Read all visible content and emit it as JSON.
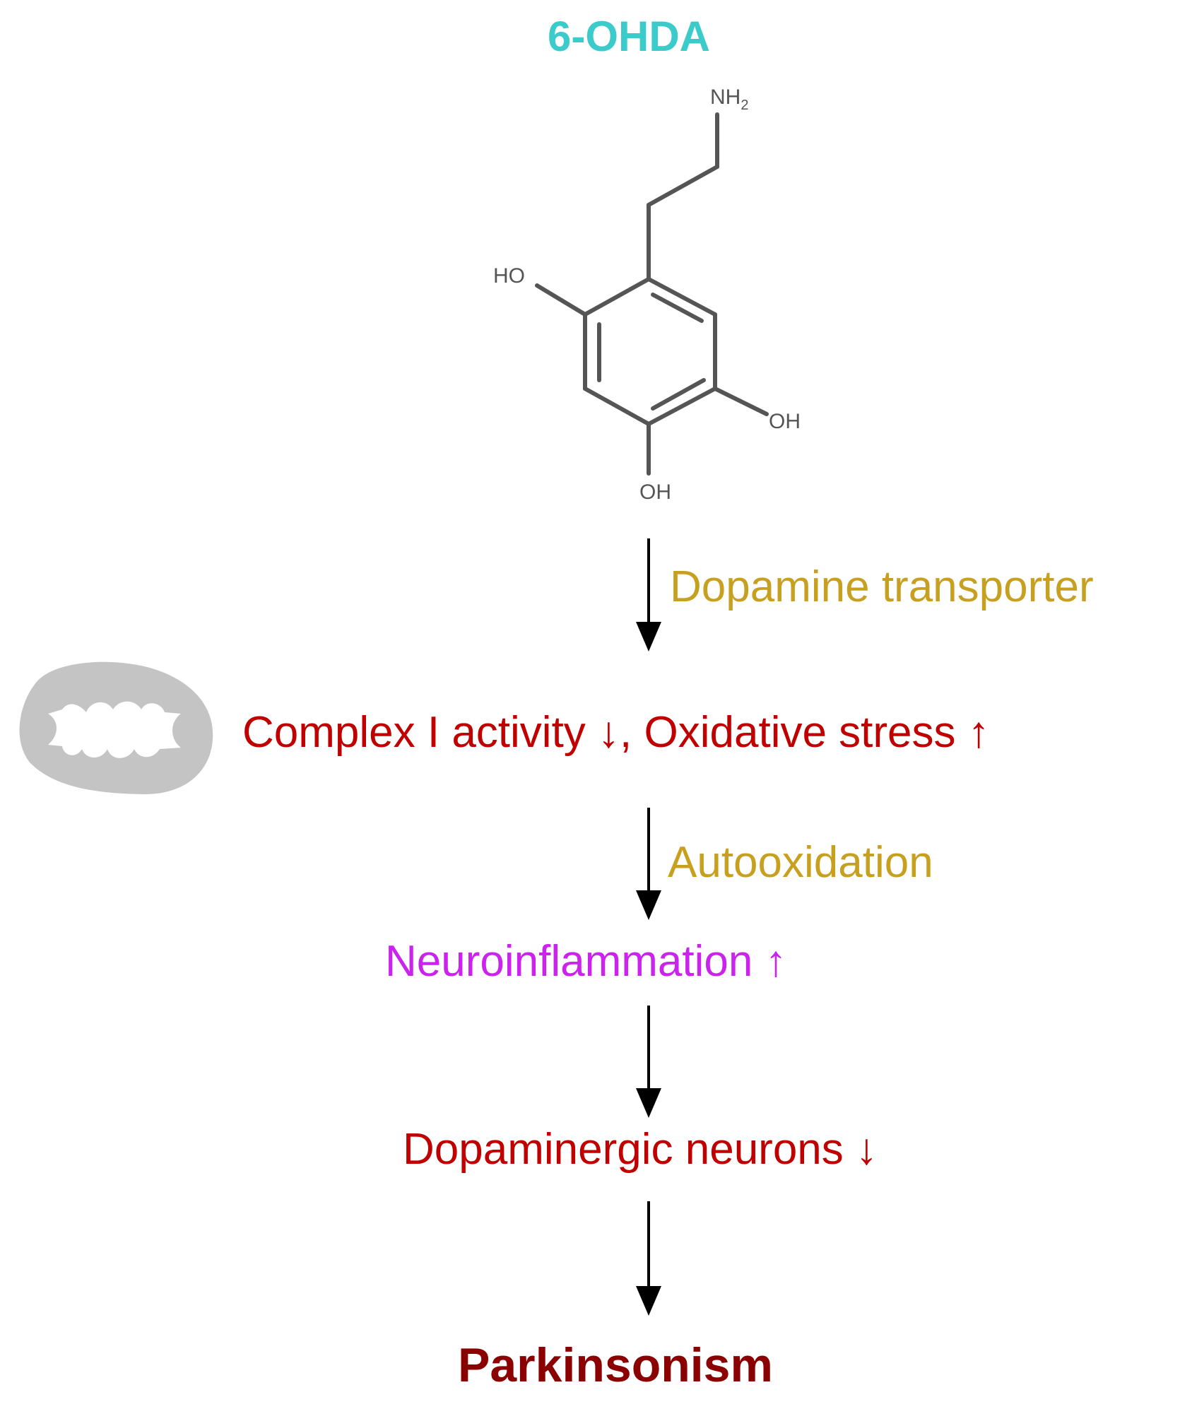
{
  "colors": {
    "compound": "#3bcbcb",
    "mechanism": "#c8a020",
    "effect_red": "#c00000",
    "effect_magenta": "#cc22ee",
    "outcome": "#8b0000",
    "arrow": "#000000",
    "bond": "#555555",
    "organelle": "#c4c4c4"
  },
  "compound": {
    "name": "6-OHDA",
    "atoms": {
      "amine": "NH",
      "amine_sub": "2",
      "ho_left": "HO",
      "oh_right": "OH",
      "oh_bottom": "OH"
    }
  },
  "edges": {
    "transport": "Dopamine transporter",
    "autoox": "Autooxidation"
  },
  "steps": {
    "mitochondria": {
      "complex_text": "Complex I activity",
      "complex_arrow": "↓",
      "sep": ",",
      "oxidative_text": "Oxidative stress",
      "oxidative_arrow": "↑",
      "icon": "mitochondrion-icon"
    },
    "neuroinflammation": {
      "text": "Neuroinflammation",
      "arrow": "↑"
    },
    "dopaminergic": {
      "text": "Dopaminergic neurons",
      "arrow": "↓"
    }
  },
  "outcome": "Parkinsonism"
}
